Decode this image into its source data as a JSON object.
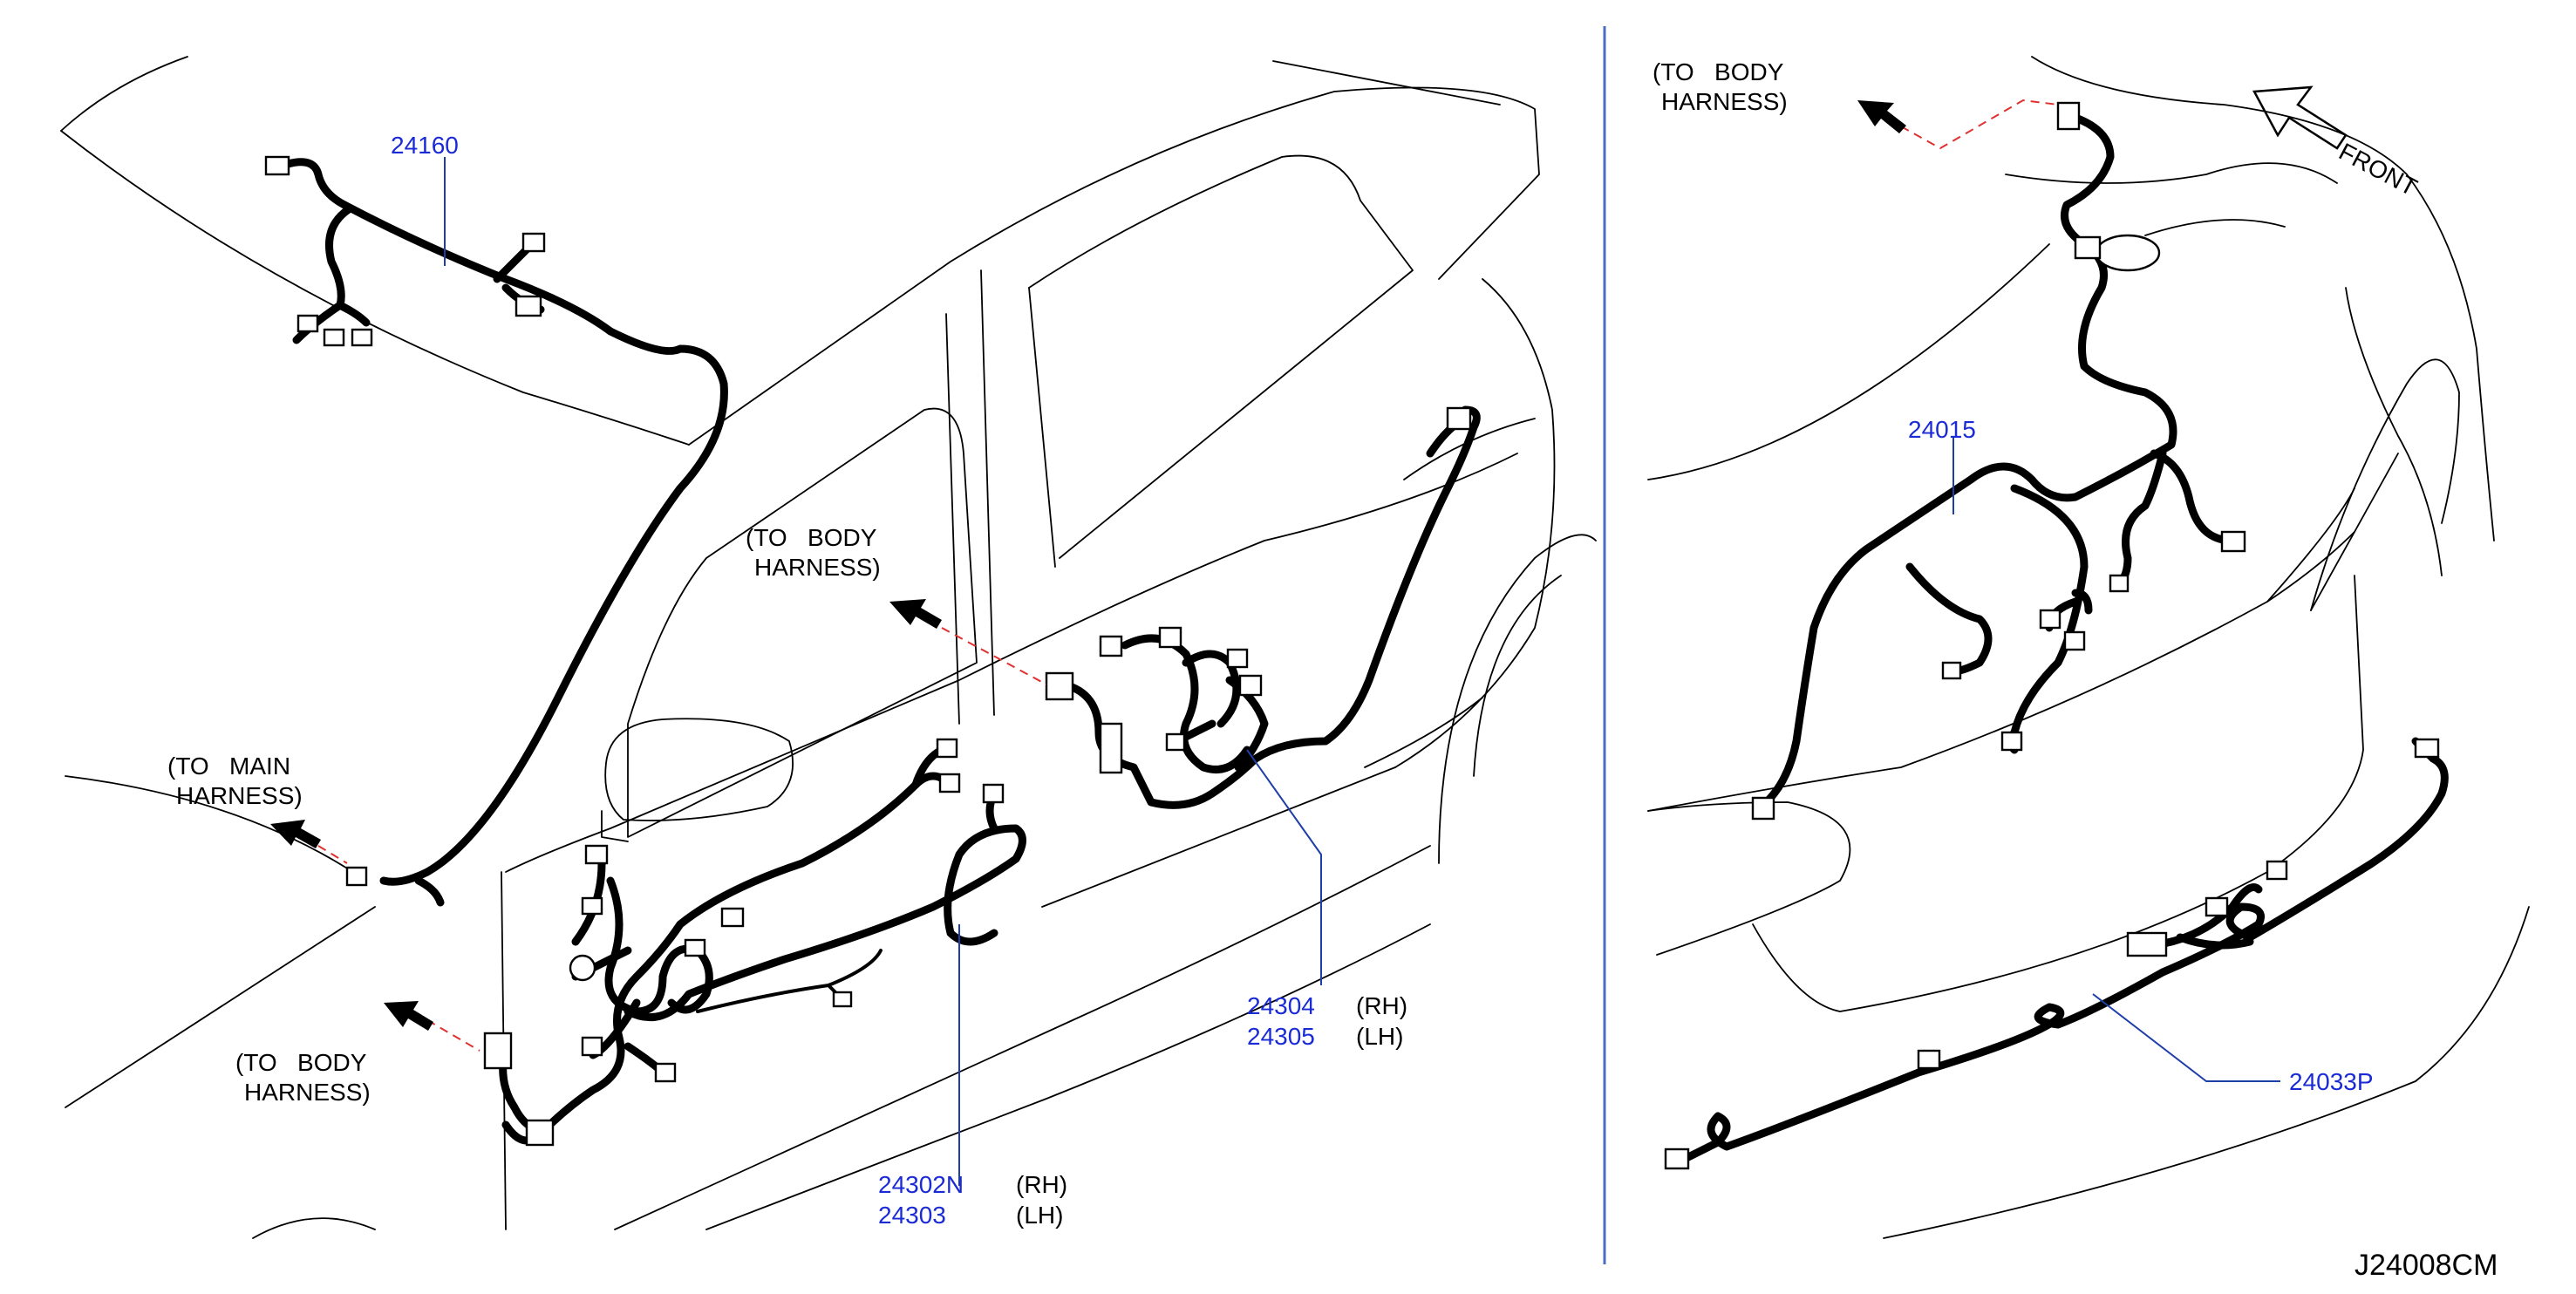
{
  "parts": {
    "p24160": "24160",
    "p24304": "24304",
    "p24305": "24305",
    "p24302n": "24302N",
    "p24303": "24303",
    "p24015": "24015",
    "p24033p": "24033P"
  },
  "sides": {
    "rh": "(RH)",
    "lh": "(LH)"
  },
  "callouts": {
    "to_body_1a": "(TO   BODY",
    "harness": "HARNESS)",
    "to_main_a": "(TO   MAIN"
  },
  "front_label": "FRONT",
  "diagram_code": "J24008CM",
  "colors": {
    "part_number": "#1a2bd6",
    "leader": "#1f3fa8",
    "dashed_link": "#e03030",
    "divider": "#4a6fbf"
  }
}
